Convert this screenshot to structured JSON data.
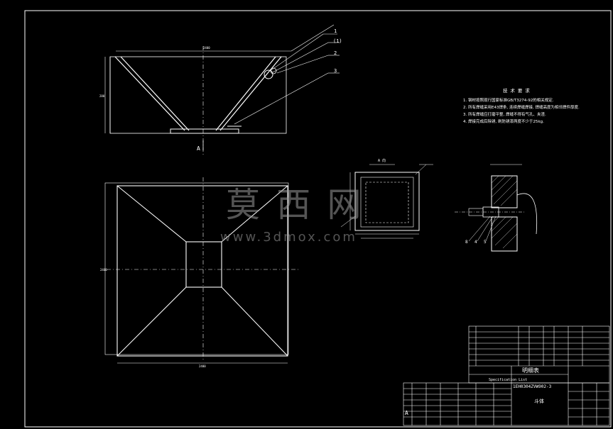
{
  "colors": {
    "background": "#000000",
    "lines": "#ffffff",
    "dimension": "#ffffff",
    "watermark": "#9a9a9a"
  },
  "elevation_view": {
    "section_marker": "A",
    "balloons": [
      "1",
      "(1)",
      "2",
      "3"
    ]
  },
  "plan_view": {
    "label": ""
  },
  "detail_a": {
    "title": "A 向"
  },
  "detail_weld": {
    "callouts": [
      "8",
      "4",
      "5"
    ]
  },
  "technical_requirements": {
    "title": "技 术 要 求",
    "items": [
      "1. 钢材按照现行国家标准GB/T3274-92的相关规定.",
      "2. 所有焊缝采用E43焊条, 连续焊缝焊接, 焊缝高度为相邻焊件厚度.",
      "3. 所有焊缝应打磨平整, 焊缝不得有气孔、夹渣.",
      "4. 焊接完成后除锈, 刷防锈漆两度不少于25kg."
    ]
  },
  "watermark": {
    "cn": "莫 西 网",
    "url": "www.3dmox.com"
  },
  "parts_list": {
    "title": "明细表",
    "subtitle": "Specification List",
    "drawing_number": "1EH0304ZVW902-3",
    "drawing_name": "斗体",
    "sheet_letter": "A"
  }
}
